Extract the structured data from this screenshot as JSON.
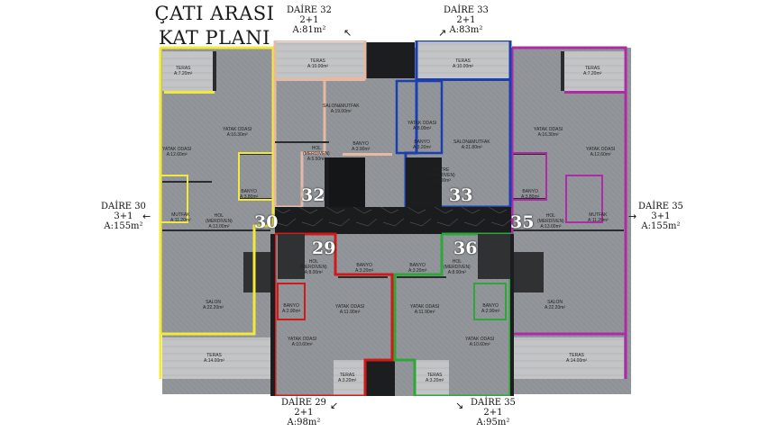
{
  "title": "ÇATI ARASI\nKAT PLANI",
  "colors": {
    "floor": "#8e9296",
    "terrace": "#b8b9ba",
    "wall": "#2a2c2e",
    "corridor": "#1c1d1f",
    "daire30": "#f2e93a",
    "daire29": "#d01a1a",
    "daire32": "#e6b9a4",
    "daire33": "#1b3fb0",
    "daire36": "#2ea63a",
    "daire35": "#b02aa8"
  },
  "units": {
    "d32": {
      "name": "DAİRE 32",
      "type": "2+1",
      "area": "A:81m²",
      "number": "32"
    },
    "d33": {
      "name": "DAİRE 33",
      "type": "2+1",
      "area": "A:83m²",
      "number": "33"
    },
    "d30": {
      "name": "DAİRE 30",
      "type": "3+1",
      "area": "A:155m²",
      "number": "30"
    },
    "d35r": {
      "name": "DAİRE 35",
      "type": "3+1",
      "area": "A:155m²",
      "number": "35"
    },
    "d29": {
      "name": "DAİRE 29",
      "type": "2+1",
      "area": "A:98m²",
      "number": "29"
    },
    "d35b": {
      "name": "DAİRE 35",
      "type": "2+1",
      "area": "A:95m²",
      "number": "36"
    }
  },
  "rooms": {
    "l_teras_top": [
      "TERAS",
      "A:7.20m²"
    ],
    "l_yatak1": [
      "YATAK ODASI",
      "A:16.30m²"
    ],
    "l_yatak2": [
      "YATAK ODASI",
      "A:12.60m²"
    ],
    "l_banyo": [
      "BANYO",
      "A:3.80m²"
    ],
    "l_mutfak": [
      "MUTFAK",
      "A:11.20m²"
    ],
    "l_hol": [
      "HOL",
      "(MERDİVEN)",
      "A:13.00m²"
    ],
    "l_salon": [
      "SALON",
      "A:22.20m²"
    ],
    "l_teras_bot": [
      "TERAS",
      "A:14.00m²"
    ],
    "d32_teras": [
      "TERAS",
      "A:10.00m²"
    ],
    "d32_salon": [
      "SALON&MUTFAK",
      "A:19.00m²"
    ],
    "d32_hol": [
      "HOL",
      "(MERDİVEN)",
      "A:5.50m²"
    ],
    "d32_banyo": [
      "BANYO",
      "A:3.90m²"
    ],
    "d33_teras": [
      "TERAS",
      "A:10.00m²"
    ],
    "d33_yatak": [
      "YATAK ODASI",
      "A:8.00m²"
    ],
    "d33_banyo": [
      "BANYO",
      "A:3.20m²"
    ],
    "d33_salon": [
      "SALON&MUTFAK",
      "A:21.80m²"
    ],
    "d33_antre": [
      "ANTRE",
      "(MERDİVEN)",
      "A:3.00m²"
    ],
    "r_teras_top": [
      "TERAS",
      "A:7.20m²"
    ],
    "r_yatak1": [
      "YATAK ODASI",
      "A:16.30m²"
    ],
    "r_yatak2": [
      "YATAK ODASI",
      "A:12.60m²"
    ],
    "r_banyo": [
      "BANYO",
      "A:3.80m²"
    ],
    "r_mutfak": [
      "MUTFAK",
      "A:11.20m²"
    ],
    "r_hol": [
      "HOL",
      "(MERDİVEN)",
      "A:13.00m²"
    ],
    "r_salon": [
      "SALON",
      "A:22.20m²"
    ],
    "r_teras_bot": [
      "TERAS",
      "A:14.00m²"
    ],
    "d29_hol": [
      "HOL",
      "(MERDİVEN)",
      "A:8.00m²"
    ],
    "d29_banyo1": [
      "BANYO",
      "A:3.20m²"
    ],
    "d29_banyo2": [
      "BANYO",
      "A:2.90m²"
    ],
    "d29_yatak1": [
      "YATAK ODASI",
      "A:11.90m²"
    ],
    "d29_yatak2": [
      "YATAK ODASI",
      "A:10.60m²"
    ],
    "d29_teras": [
      "TERAS",
      "A:3.20m²"
    ],
    "d36_hol": [
      "HOL",
      "(MERDİVEN)",
      "A:8.00m²"
    ],
    "d36_banyo1": [
      "BANYO",
      "A:3.20m²"
    ],
    "d36_banyo2": [
      "BANYO",
      "A:2.90m²"
    ],
    "d36_yatak1": [
      "YATAK ODASI",
      "A:11.90m²"
    ],
    "d36_yatak2": [
      "YATAK ODASI",
      "A:10.60m²"
    ],
    "d36_teras": [
      "TERAS",
      "A:3.20m²"
    ]
  },
  "arrows": {
    "up_left": "↖",
    "up_right": "↗",
    "left": "←",
    "right": "→",
    "down_left": "↙",
    "down_right": "↘"
  }
}
